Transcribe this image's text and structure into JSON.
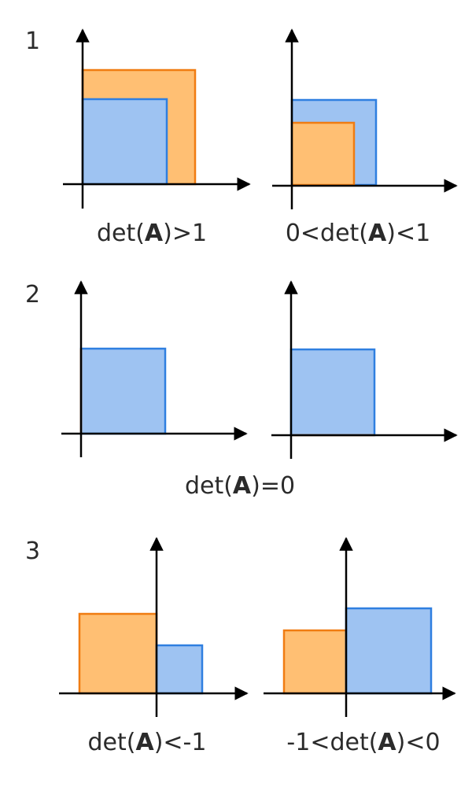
{
  "colors": {
    "blue_fill": "#9ec3f2",
    "blue_stroke": "#2f7fe0",
    "orange_fill": "#ffbf73",
    "orange_stroke": "#f07c12",
    "axis": "#000000",
    "text": "#2b2b2b"
  },
  "rows": [
    {
      "number": "1",
      "captions": [
        {
          "pre": "det(",
          "bold": "A",
          "post": ")>1"
        },
        {
          "pre": "0<det(",
          "bold": "A",
          "post": ")<1"
        }
      ]
    },
    {
      "number": "2",
      "captions": [
        {
          "pre": "det(",
          "bold": "A",
          "post": ")=0"
        }
      ]
    },
    {
      "number": "3",
      "captions": [
        {
          "pre": "det(",
          "bold": "A",
          "post": ")<-1"
        },
        {
          "pre": "-1<det(",
          "bold": "A",
          "post": ")<0"
        }
      ]
    }
  ]
}
